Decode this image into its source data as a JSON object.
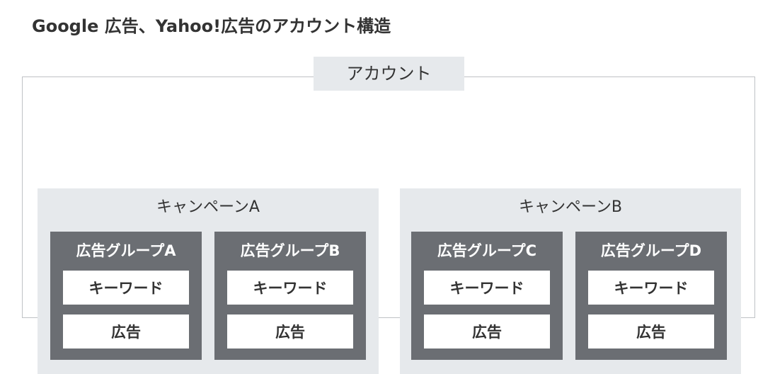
{
  "title": "Google 広告、Yahoo!広告のアカウント構造",
  "account": {
    "label": "アカウント"
  },
  "campaigns": [
    {
      "label": "キャンペーンA",
      "ad_groups": [
        {
          "label": "広告グループA",
          "keyword": "キーワード",
          "ad": "広告"
        },
        {
          "label": "広告グループB",
          "keyword": "キーワード",
          "ad": "広告"
        }
      ]
    },
    {
      "label": "キャンペーンB",
      "ad_groups": [
        {
          "label": "広告グループC",
          "keyword": "キーワード",
          "ad": "広告"
        },
        {
          "label": "広告グループD",
          "keyword": "キーワード",
          "ad": "広告"
        }
      ]
    }
  ],
  "colors": {
    "account_border": "#bfc2c5",
    "campaign_bg": "#e6e9ec",
    "ad_group_bg": "#6b6e73",
    "item_bg": "#ffffff",
    "text": "#333333"
  }
}
